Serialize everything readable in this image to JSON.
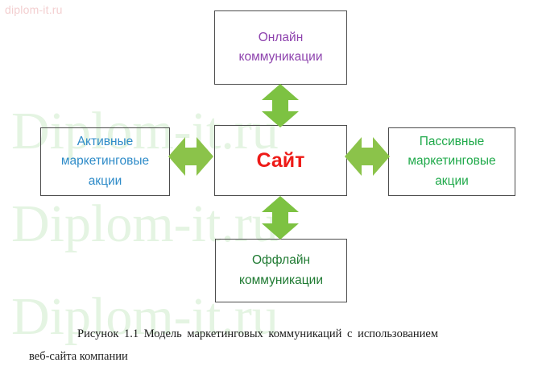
{
  "watermark": {
    "top_label": "diplom-it.ru",
    "background_label": "Diplom-it.ru",
    "background_color": "#e4f4e2",
    "top_color": "#f3cfd0"
  },
  "diagram": {
    "nodes": {
      "online": {
        "line1": "Онлайн",
        "line2": "коммуникации",
        "color": "#8e43ae"
      },
      "active": {
        "line1": "Активные",
        "line2": "маркетинговые",
        "line3": "акции",
        "color": "#2e8bc8"
      },
      "site": {
        "label": "Сайт",
        "color": "#ee1b18"
      },
      "passive": {
        "line1": "Пассивные",
        "line2": "маркетинговые",
        "line3": "акции",
        "color": "#1fa94a"
      },
      "offline": {
        "line1": "Оффлайн",
        "line2": "коммуникации",
        "color": "#1f7a32"
      }
    },
    "arrows": {
      "vertical_color": "#7dc242",
      "horizontal_color": "#8bc34a",
      "top_name": "double-arrow-vertical-top",
      "bottom_name": "double-arrow-vertical-bottom",
      "left_name": "double-arrow-horizontal-left",
      "right_name": "double-arrow-horizontal-right"
    }
  },
  "caption": {
    "line1": "Рисунок 1.1   Модель маркетинговых коммуникаций с использованием",
    "line2": "веб-сайта компании"
  }
}
